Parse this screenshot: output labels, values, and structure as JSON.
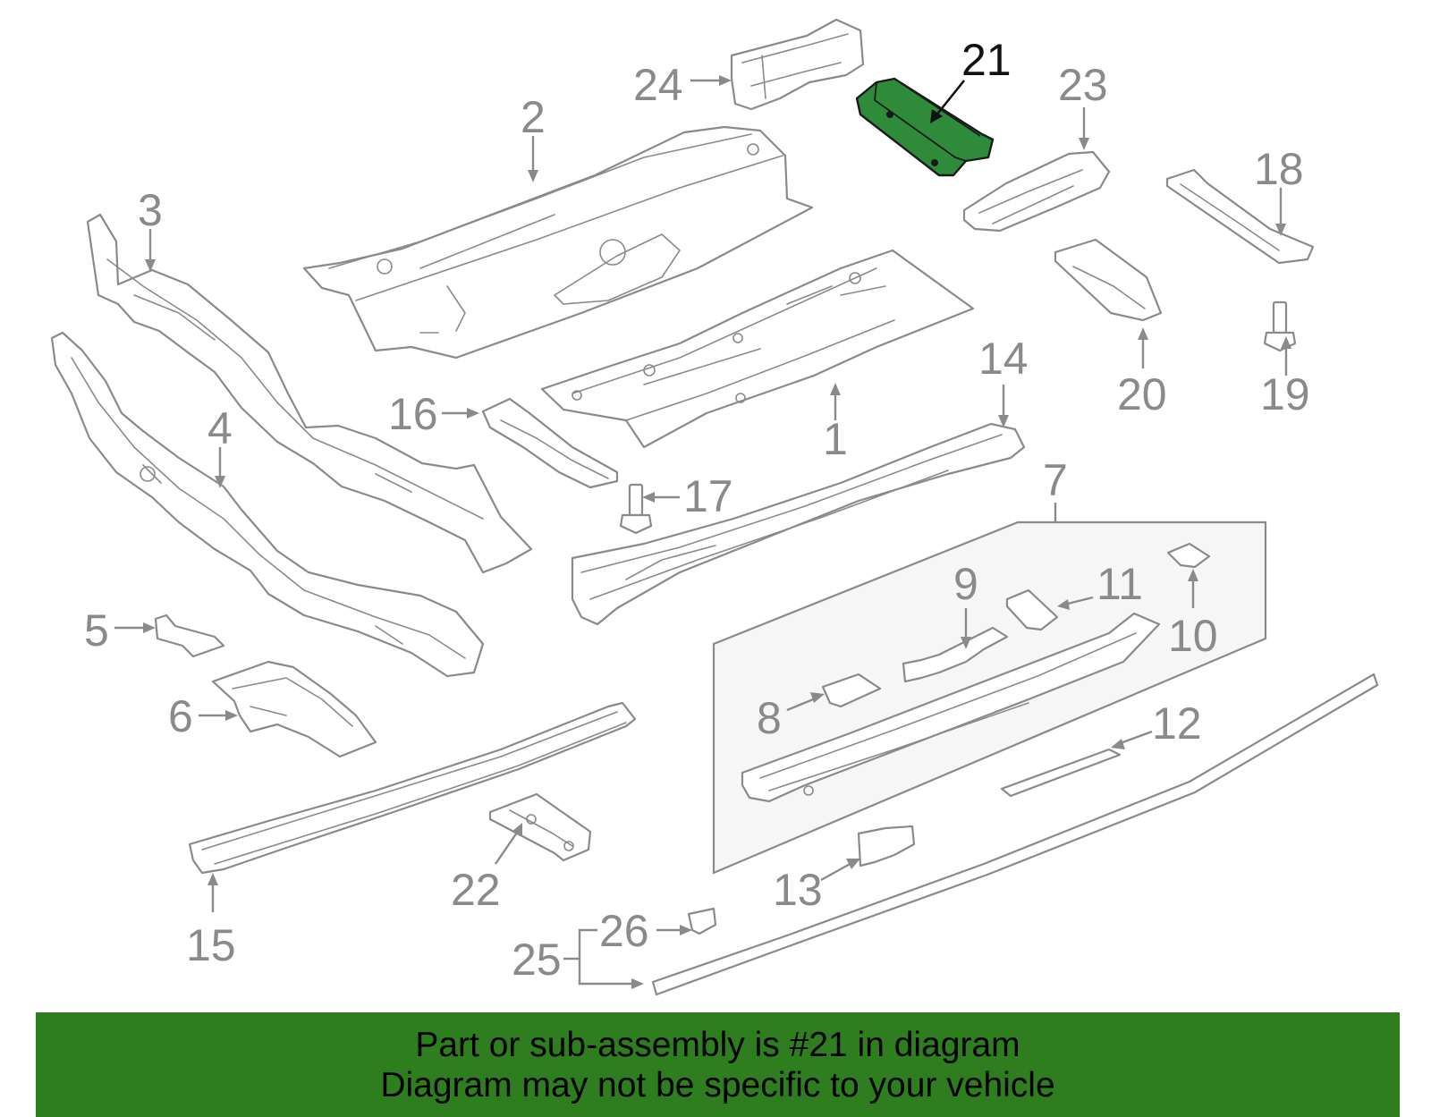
{
  "highlighted_part": "21",
  "banner": {
    "line1": "Part or sub-assembly is #21 in diagram",
    "line2": "Diagram may not be specific to your vehicle",
    "color": "#2e7d1f"
  },
  "colors": {
    "line": "#8a8a8a",
    "highlight_fill": "#2e8b3a",
    "highlight_stroke": "#1a1a1a",
    "group_box_fill": "#f6f6f6"
  },
  "labels": {
    "n1": "1",
    "n2": "2",
    "n3": "3",
    "n4": "4",
    "n5": "5",
    "n6": "6",
    "n7": "7",
    "n8": "8",
    "n9": "9",
    "n10": "10",
    "n11": "11",
    "n12": "12",
    "n13": "13",
    "n14": "14",
    "n15": "15",
    "n16": "16",
    "n17": "17",
    "n18": "18",
    "n19": "19",
    "n20": "20",
    "n21": "21",
    "n22": "22",
    "n23": "23",
    "n24": "24",
    "n25": "25",
    "n26": "26"
  }
}
